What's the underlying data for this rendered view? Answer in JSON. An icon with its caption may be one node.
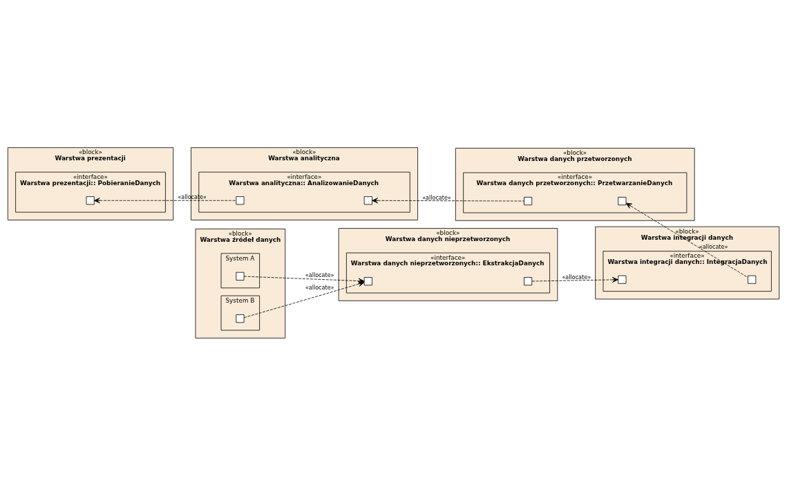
{
  "diagram": {
    "nodes": [
      {
        "text": [
          "«block»",
          "Warstwa prezentacji"
        ]
      },
      {
        "text": [
          "«interface»",
          "Warstwa prezentacji:: PobieranieDanych"
        ],
        "in": 0
      },
      {
        "text": [],
        "shape": "box",
        "in": 1
      },
      {
        "text": [
          "«block»",
          "Warstwa analityczna"
        ]
      },
      {
        "text": [
          "«interface»",
          "Warstwa analityczna:: AnalizowanieDanych"
        ],
        "in": 3
      },
      {
        "text": [],
        "shape": "box",
        "in": 4
      },
      {
        "text": [],
        "shape": "box",
        "in": 4
      },
      {
        "text": [
          "«block»",
          "Warstwa danych przetworzonych"
        ]
      },
      {
        "text": [
          "«interface»",
          "Warstwa danych przetworzonych:: PrzetwarzanieDanych"
        ],
        "in": 7
      },
      {
        "text": [],
        "shape": "box",
        "in": 8
      },
      {
        "text": [],
        "shape": "box",
        "in": 8
      },
      {
        "text": [
          "«block»",
          "Warstwa źródeł danych"
        ]
      },
      {
        "text": [
          "System A"
        ],
        "in": 11
      },
      {
        "text": [],
        "shape": "box",
        "in": 12
      },
      {
        "text": [
          "System B"
        ],
        "in": 11
      },
      {
        "text": [],
        "shape": "box",
        "in": 14
      },
      {
        "text": [
          "«block»",
          "Warstwa danych nieprzetworzonych"
        ]
      },
      {
        "text": [
          "«interface»",
          "Warstwa danych nieprzetworzonych:: EkstrakcjaDanych"
        ],
        "in": 16
      },
      {
        "text": [],
        "shape": "box",
        "in": 17
      },
      {
        "text": [],
        "shape": "box",
        "in": 17
      },
      {
        "text": [
          "«block»",
          "Warstwa integracji danych"
        ]
      },
      {
        "text": [
          "«interface»",
          "Warstwa integracji danych:: IntegracjaDanych"
        ],
        "in": 20
      },
      {
        "text": [],
        "shape": "box",
        "in": 21
      },
      {
        "text": [],
        "shape": "box",
        "in": 21
      }
    ],
    "edges": [
      {
        "from": 5,
        "to": 2,
        "arrow": "to",
        "style": "dashed",
        "label": "«allocate»"
      },
      {
        "from": 9,
        "to": 6,
        "arrow": "to",
        "style": "dashed",
        "label": "«allocate»"
      },
      {
        "from": 23,
        "to": 10,
        "arrow": "to",
        "style": "dashed",
        "label": "«allocate»"
      },
      {
        "from": 13,
        "to": 18,
        "arrow": "to",
        "style": "dashed",
        "label": "«allocate»"
      },
      {
        "from": 15,
        "to": 18,
        "arrow": "to",
        "style": "dashed",
        "label": "«allocate»"
      },
      {
        "from": 19,
        "to": 22,
        "arrow": "to",
        "style": "dashed",
        "label": "«allocate»"
      }
    ]
  }
}
